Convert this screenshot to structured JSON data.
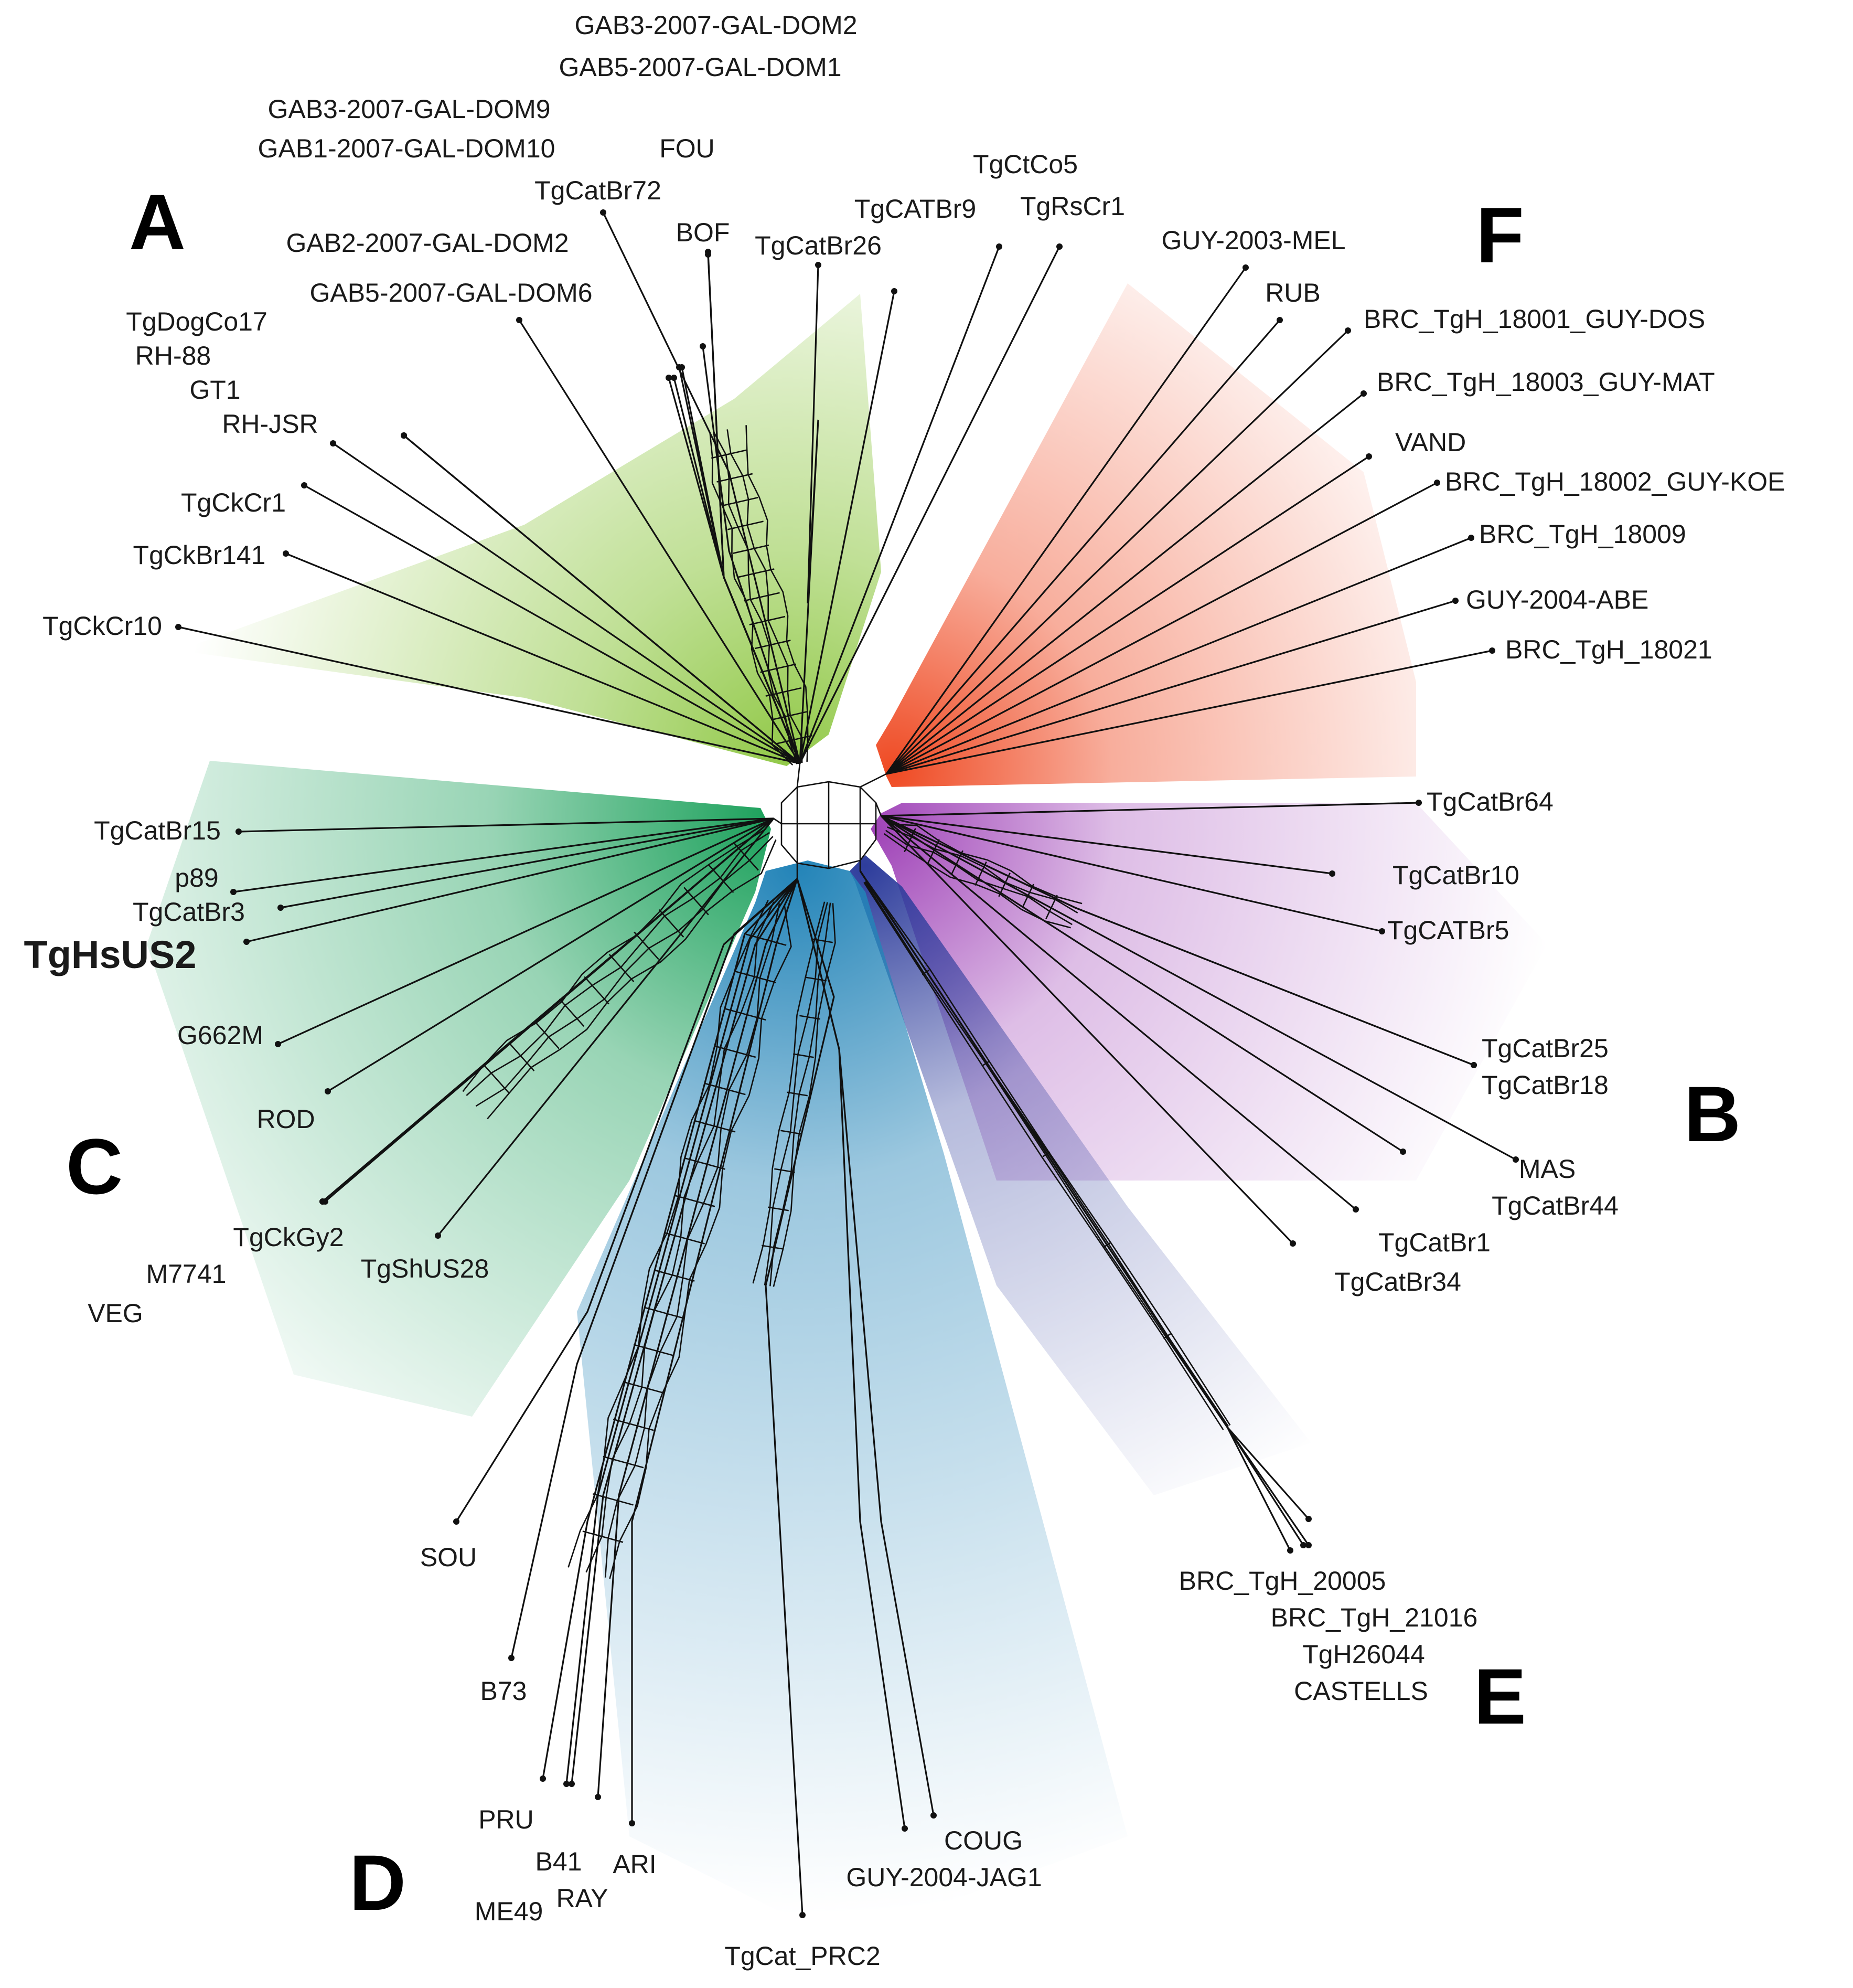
{
  "clade_labels": [
    "A",
    "B",
    "C",
    "D",
    "E",
    "F"
  ],
  "highlighted_taxon": "TgHsUS2",
  "colors": {
    "A": "#8cc63f",
    "B": "#a044b8",
    "C": "#1aa05a",
    "D": "#2384b8",
    "E": "#2e3d9c",
    "F": "#ef4a23",
    "highlight": "#e8322a",
    "lines": "#111111"
  },
  "clades": {
    "A": [
      "GAB3-2007-GAL-DOM2",
      "GAB5-2007-GAL-DOM1",
      "GAB3-2007-GAL-DOM9",
      "GAB1-2007-GAL-DOM10",
      "FOU",
      "TgCatBr72",
      "BOF",
      "TgCatBr26",
      "TgCATBr9",
      "TgCtCo5",
      "TgRsCr1",
      "GAB2-2007-GAL-DOM2",
      "GAB5-2007-GAL-DOM6",
      "TgDogCo17",
      "RH-88",
      "GT1",
      "RH-JSR",
      "TgCkCr1",
      "TgCkBr141",
      "TgCkCr10"
    ],
    "F": [
      "GUY-2003-MEL",
      "RUB",
      "BRC_TgH_18001_GUY-DOS",
      "BRC_TgH_18003_GUY-MAT",
      "VAND",
      "BRC_TgH_18002_GUY-KOE",
      "BRC_TgH_18009",
      "GUY-2004-ABE",
      "BRC_TgH_18021"
    ],
    "B": [
      "TgCatBr64",
      "TgCatBr10",
      "TgCATBr5",
      "TgCatBr25",
      "TgCatBr18",
      "MAS",
      "TgCatBr44",
      "TgCatBr1",
      "TgCatBr34"
    ],
    "E": [
      "BRC_TgH_20005",
      "BRC_TgH_21016",
      "TgH26044",
      "CASTELLS"
    ],
    "D": [
      "COUG",
      "GUY-2004-JAG1",
      "TgCat_PRC2",
      "ARI",
      "RAY",
      "B41",
      "ME49",
      "PRU",
      "B73",
      "SOU"
    ],
    "C": [
      "TgCatBr15",
      "p89",
      "TgCatBr3",
      "TgHsUS2",
      "G662M",
      "ROD",
      "TgCkGy2",
      "M7741",
      "VEG",
      "TgShUS28"
    ]
  }
}
